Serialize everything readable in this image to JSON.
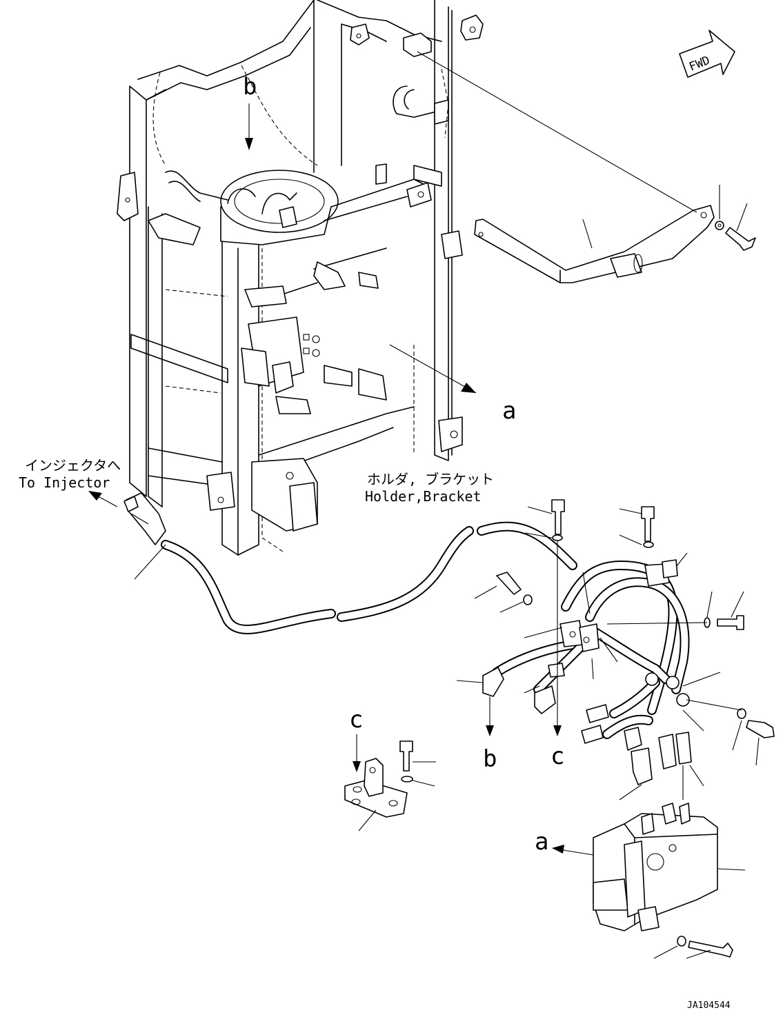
{
  "fwd_badge": "FWD",
  "callouts": {
    "a_upper": "a",
    "a_lower": "a",
    "b_upper": "b",
    "b_lower": "b",
    "c_upper": "c",
    "c_lower": "c"
  },
  "injector": {
    "jp": "インジェクタへ",
    "en": "To Injector"
  },
  "holder": {
    "jp": "ホルダ, ブラケット",
    "en": "Holder,Bracket"
  },
  "drawing_id": "JA104544"
}
